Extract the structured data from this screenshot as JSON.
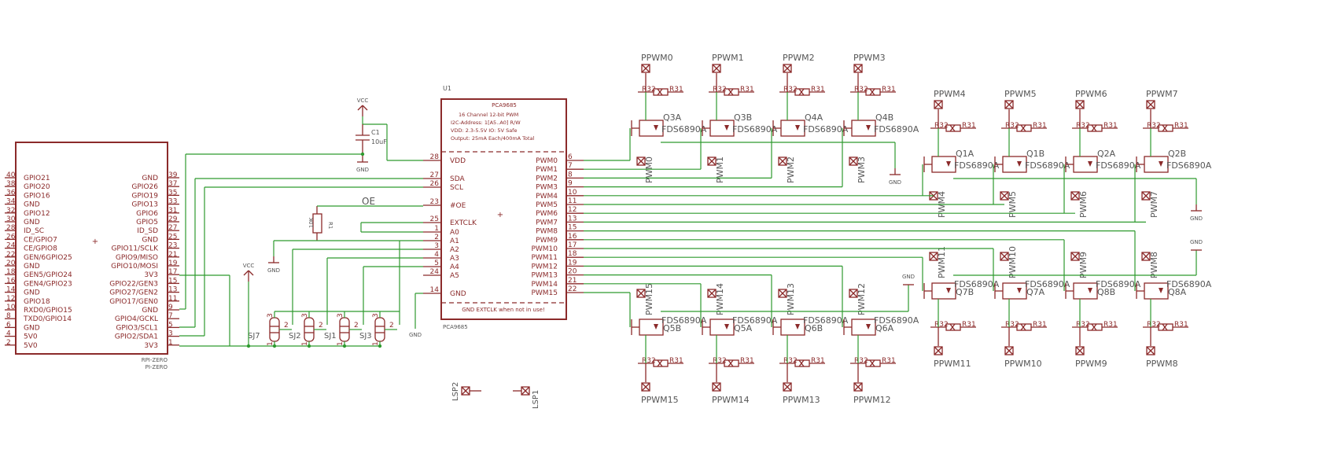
{
  "rpi": {
    "left_nums": [
      "40",
      "38",
      "36",
      "34",
      "32",
      "30",
      "28",
      "26",
      "24",
      "22",
      "20",
      "18",
      "16",
      "14",
      "12",
      "10",
      "8",
      "6",
      "4",
      "2"
    ],
    "left_names": [
      "GPIO21",
      "GPIO20",
      "GPIO16",
      "GND",
      "GPIO12",
      "GND",
      "ID_SC",
      "CE/GPIO7",
      "CE/GPIO8",
      "GEN/6GPIO25",
      "GND",
      "GEN5/GPIO24",
      "GEN4/GPIO23",
      "GND",
      "GPIO18",
      "RXD0/GPIO15",
      "TXD0/GPIO14",
      "GND",
      "5V0",
      "5V0"
    ],
    "right_nums": [
      "39",
      "37",
      "35",
      "33",
      "31",
      "29",
      "27",
      "25",
      "23",
      "21",
      "19",
      "17",
      "15",
      "13",
      "11",
      "9",
      "7",
      "5",
      "3",
      "1"
    ],
    "right_names": [
      "GND",
      "GPIO26",
      "GPIO19",
      "GPIO13",
      "GPIO6",
      "GPIO5",
      "ID_SD",
      "GND",
      "GPIO11/SCLK",
      "GPIO9/MISO",
      "GPIO10/MOSI",
      "3V3",
      "GPIO22/GEN3",
      "GPIO27/GEN2",
      "GPIO17/GEN0",
      "GND",
      "GPIO4/GCKL",
      "GPIO3/SCL1",
      "GPIO2/SDA1",
      "3V3"
    ],
    "footer1": "RPI-ZERO",
    "footer2": "PI-ZERO"
  },
  "pca": {
    "ref": "U1",
    "title": "PCA9685",
    "desc": [
      "16 Channel 12-bit PWM",
      "I2C-Address: 1[A5..A0] R/W",
      "VDD: 2.3-5.5V        IO: 5V Safe",
      "Output: 25mA Each/400mA Total"
    ],
    "left_pins": [
      {
        "num": "28",
        "name": "VDD"
      },
      {
        "num": "27",
        "name": "SDA"
      },
      {
        "num": "26",
        "name": "SCL"
      },
      {
        "num": "23",
        "name": "#OE"
      },
      {
        "num": "25",
        "name": "EXTCLK"
      },
      {
        "num": "1",
        "name": "A0"
      },
      {
        "num": "2",
        "name": "A1"
      },
      {
        "num": "3",
        "name": "A2"
      },
      {
        "num": "4",
        "name": "A3"
      },
      {
        "num": "5",
        "name": "A4"
      },
      {
        "num": "24",
        "name": "A5"
      },
      {
        "num": "14",
        "name": "GND"
      }
    ],
    "right_pins": [
      {
        "num": "6",
        "name": "PWM0"
      },
      {
        "num": "7",
        "name": "PWM1"
      },
      {
        "num": "8",
        "name": "PWM2"
      },
      {
        "num": "9",
        "name": "PWM3"
      },
      {
        "num": "10",
        "name": "PWM4"
      },
      {
        "num": "11",
        "name": "PWM5"
      },
      {
        "num": "12",
        "name": "PWM6"
      },
      {
        "num": "13",
        "name": "PWM7"
      },
      {
        "num": "15",
        "name": "PWM8"
      },
      {
        "num": "16",
        "name": "PWM9"
      },
      {
        "num": "17",
        "name": "PWM10"
      },
      {
        "num": "18",
        "name": "PWM11"
      },
      {
        "num": "19",
        "name": "PWM12"
      },
      {
        "num": "20",
        "name": "PWM13"
      },
      {
        "num": "21",
        "name": "PWM14"
      },
      {
        "num": "22",
        "name": "PWM15"
      }
    ],
    "note": "GND EXTCLK when not in use!",
    "footer": "PCA9685"
  },
  "power": {
    "vcc": "VCC",
    "gnd": "GND",
    "c1": "C1",
    "c1_val": "10uF",
    "r_ref": "R1",
    "r_val": "10K",
    "oe": "OE"
  },
  "jumpers": [
    "SJ7",
    "SJ2",
    "SJ1",
    "SJ3"
  ],
  "jumper_pins": [
    "1",
    "2",
    "3"
  ],
  "lsp": [
    "LSP2",
    "LSP1"
  ],
  "mosfet_type": "FDS6890A",
  "rt_labels": [
    "R32",
    "R31"
  ],
  "pads": {
    "top": [
      "PPWM0",
      "PPWM1",
      "PPWM2",
      "PPWM3"
    ],
    "top_q": [
      "Q3A",
      "Q3B",
      "Q4A",
      "Q4B"
    ],
    "top_net": [
      "PWM0",
      "PWM1",
      "PWM2",
      "PWM3"
    ],
    "mid": [
      "PPWM4",
      "PPWM5",
      "PPWM6",
      "PPWM7"
    ],
    "mid_q": [
      "Q1A",
      "Q1B",
      "Q2A",
      "Q2B"
    ],
    "mid_net": [
      "PWM4",
      "PWM5",
      "PWM6",
      "PWM7"
    ],
    "low": [
      "PPWM11",
      "PPWM10",
      "PPWM9",
      "PPWM8"
    ],
    "low_q": [
      "Q7B",
      "Q7A",
      "Q8B",
      "Q8A"
    ],
    "low_net": [
      "PWM11",
      "PWM10",
      "PWM9",
      "PWM8"
    ],
    "bot": [
      "PPWM15",
      "PPWM14",
      "PPWM13",
      "PPWM12"
    ],
    "bot_q": [
      "Q5B",
      "Q5A",
      "Q6B",
      "Q6A"
    ],
    "bot_net": [
      "PWM15",
      "PWM14",
      "PWM13",
      "PWM12"
    ]
  }
}
